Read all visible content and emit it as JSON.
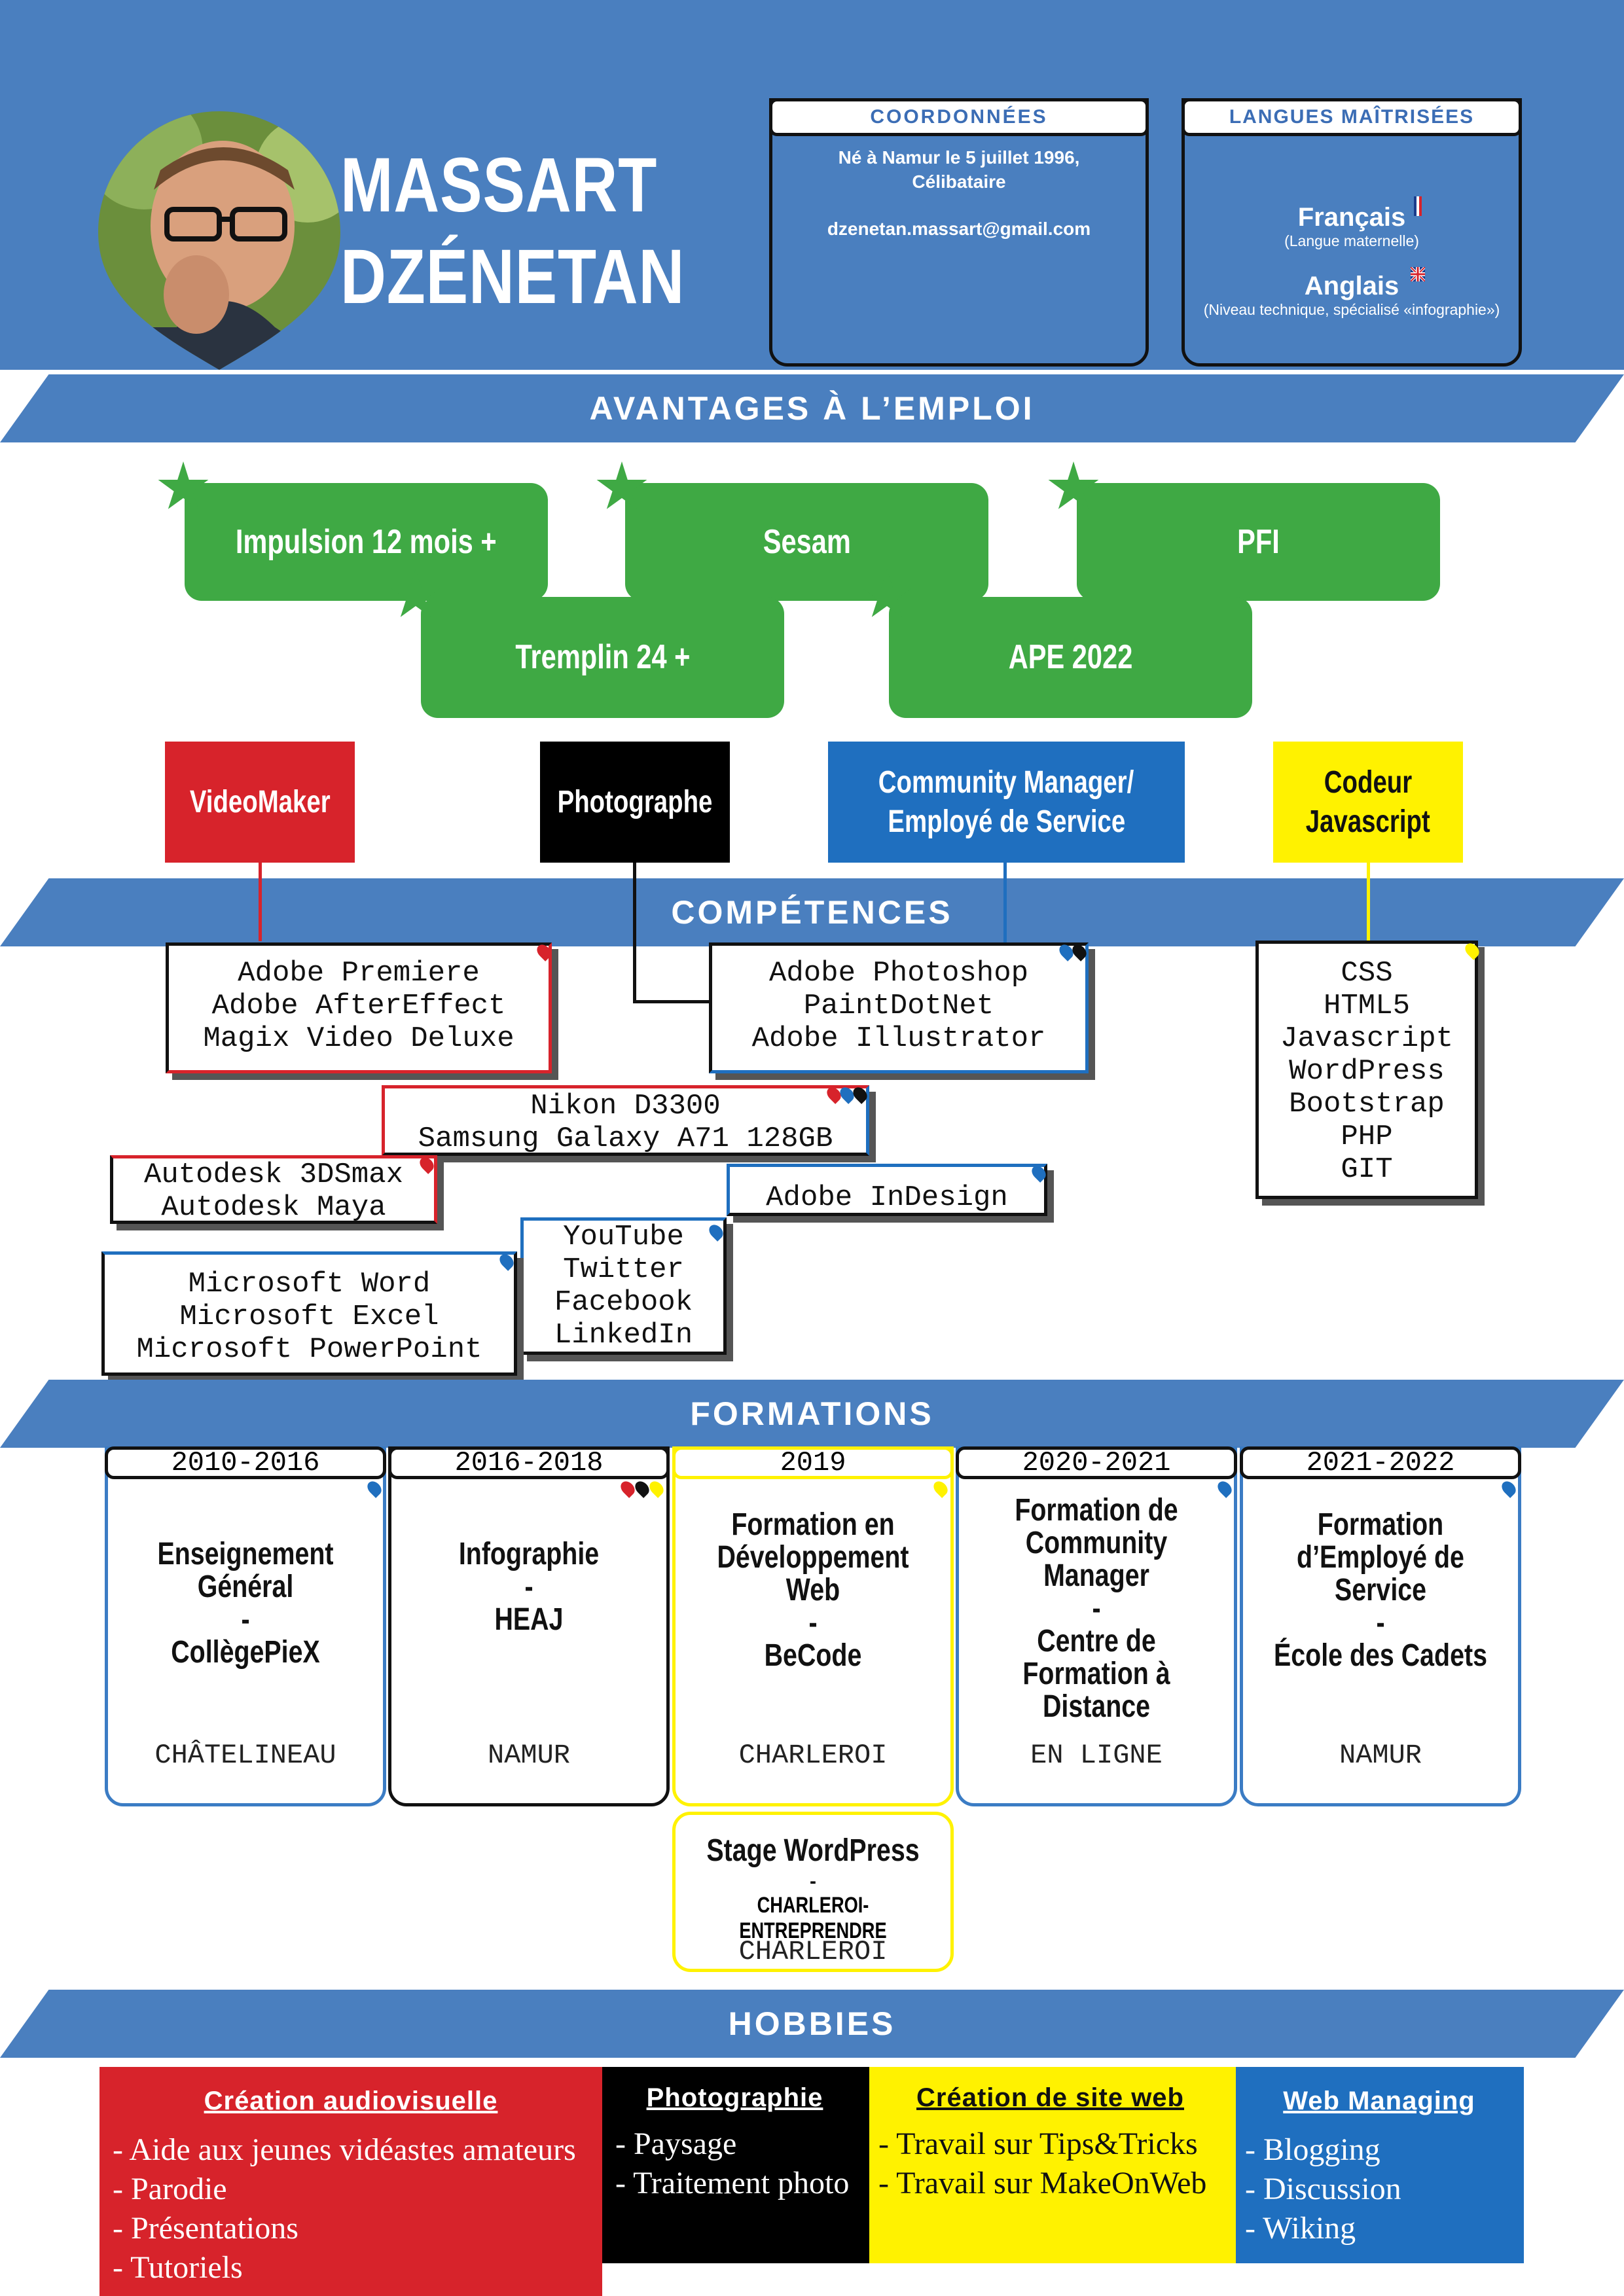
{
  "header": {
    "last_name": "MASSART",
    "first_name": "DZÉNETAN",
    "contact": {
      "title": "COORDONNÉES",
      "birth_line1": "Né à Namur le 5 juillet 1996,",
      "birth_line2": "Célibataire",
      "email": "dzenetan.massart@gmail.com"
    },
    "languages": {
      "title": "LANGUES MAÎTRISÉES",
      "items": [
        {
          "name": "Français",
          "note": "(Langue maternelle)"
        },
        {
          "name": "Anglais",
          "note": "(Niveau technique, spécialisé «infographie»)"
        }
      ]
    }
  },
  "advantages": {
    "title": "AVANTAGES À L’EMPLOI",
    "items": [
      "Impulsion 12 mois +",
      "Sesam",
      "PFI",
      "Tremplin 24 +",
      "APE 2022"
    ]
  },
  "competences": {
    "title": "COMPÉTENCES",
    "categories": [
      {
        "label": "VideoMaker",
        "color": "#d7232b"
      },
      {
        "label": "Photographe",
        "color": "#000000"
      },
      {
        "label_line1": "Community Manager/",
        "label_line2": "Employé de Service",
        "color": "#1f6fbf"
      },
      {
        "label_line1": "Codeur",
        "label_line2": "Javascript",
        "color": "#fff200"
      }
    ],
    "boxes": {
      "video": [
        "Adobe Premiere",
        "Adobe AfterEffect",
        "Magix Video Deluxe"
      ],
      "adobe": [
        "Adobe Photoshop",
        "PaintDotNet",
        "Adobe Illustrator"
      ],
      "camera": [
        "Nikon D3300",
        "Samsung Galaxy A71 128GB"
      ],
      "autodesk": [
        "Autodesk 3DSmax",
        "Autodesk Maya"
      ],
      "indesign": [
        "Adobe InDesign"
      ],
      "social": [
        "YouTube",
        "Twitter",
        "Facebook",
        "LinkedIn"
      ],
      "office": [
        "Microsoft Word",
        "Microsoft Excel",
        "Microsoft PowerPoint"
      ],
      "web": [
        "CSS",
        "HTML5",
        "Javascript",
        "WordPress",
        "Bootstrap",
        "PHP",
        "GIT"
      ]
    }
  },
  "formations": {
    "title": "FORMATIONS",
    "items": [
      {
        "year": "2010-2016",
        "l1": "Enseignement",
        "l2": "Général",
        "l3": "-",
        "l4": "CollègePieX",
        "city": "CHÂTELINEAU"
      },
      {
        "year": "2016-2018",
        "l1": "Infographie",
        "l2": "-",
        "l3": "HEAJ",
        "city": "NAMUR"
      },
      {
        "year": "2019",
        "l1": "Formation en",
        "l2": "Développement",
        "l3": "Web",
        "l4": "-",
        "l5": "BeCode",
        "city": "CHARLEROI"
      },
      {
        "year": "2020-2021",
        "l1": "Formation de",
        "l2": "Community",
        "l3": "Manager",
        "l4": "-",
        "l5": "Centre de",
        "l6": "Formation à",
        "l7": "Distance",
        "city": "EN LIGNE"
      },
      {
        "year": "2021-2022",
        "l1": "Formation",
        "l2": "d’Employé de",
        "l3": "Service",
        "l4": "-",
        "l5": "École des Cadets",
        "city": "NAMUR"
      }
    ],
    "stage": {
      "title": "Stage WordPress",
      "dash": "-",
      "org": "CHARLEROI-ENTREPRENDRE",
      "city": "CHARLEROI"
    }
  },
  "hobbies": {
    "title": "HOBBIES",
    "columns": [
      {
        "title": "Création audiovisuelle",
        "items": [
          "- Aide aux jeunes vidéastes amateurs",
          "- Parodie",
          "- Présentations",
          "- Tutoriels"
        ],
        "color": "#d7232b"
      },
      {
        "title": "Photographie",
        "items": [
          "- Paysage",
          "- Traitement photo"
        ],
        "color": "#000000"
      },
      {
        "title": "Création de site web",
        "items": [
          "- Travail sur Tips&Tricks",
          "- Travail sur MakeOnWeb"
        ],
        "color": "#fff200"
      },
      {
        "title": "Web Managing",
        "items": [
          "- Blogging",
          "- Discussion",
          "- Wiking"
        ],
        "color": "#1f6fbf"
      }
    ]
  }
}
